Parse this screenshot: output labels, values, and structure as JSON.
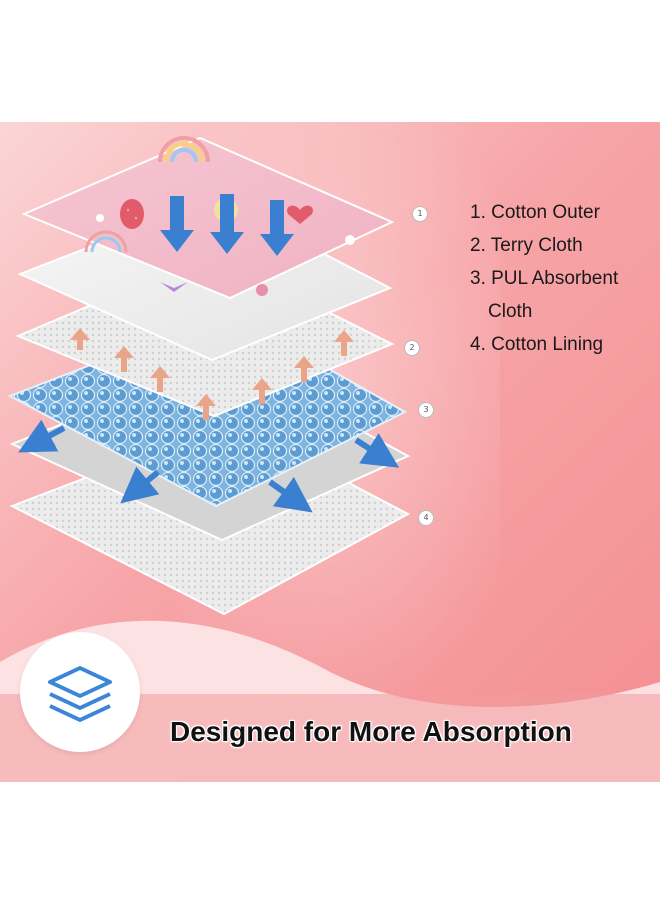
{
  "layers": {
    "numbers": [
      "1",
      "2",
      "3",
      "4"
    ]
  },
  "legend": {
    "items": [
      "1. Cotton Outer",
      "2. Terry Cloth",
      "3. PUL Absorbent",
      "Cloth",
      "4. Cotton Lining"
    ]
  },
  "tagline": "Designed for More Absorption",
  "colors": {
    "panel_pink": "#f7a5a8",
    "arrow_blue": "#3b7fd1",
    "arrow_peach": "#e9a48a",
    "bead_blue": "#6aa7d6",
    "icon_blue": "#3b86d8"
  },
  "icons": {
    "badge": "stacked-layers-icon"
  }
}
